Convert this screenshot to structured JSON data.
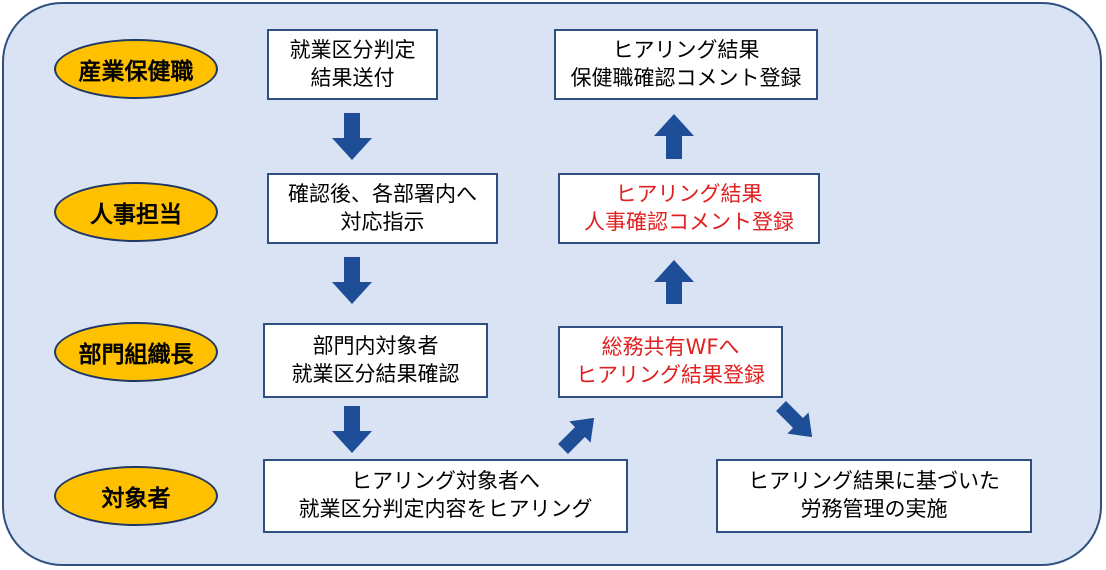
{
  "roles": {
    "occupational_health": "産業保健職",
    "hr": "人事担当",
    "dept_head": "部門組織長",
    "target": "対象者"
  },
  "boxes": {
    "send_result": [
      "就業区分判定",
      "結果送付"
    ],
    "instruct_depts": [
      "確認後、各部署内へ",
      "対応指示"
    ],
    "dept_confirm": [
      "部門内対象者",
      "就業区分結果確認"
    ],
    "hearing": [
      "ヒアリング対象者へ",
      "就業区分判定内容をヒアリング"
    ],
    "register_wf": [
      "総務共有WFへ",
      "ヒアリング結果登録"
    ],
    "hr_comment": [
      "ヒアリング結果",
      "人事確認コメント登録"
    ],
    "health_comment": [
      "ヒアリング結果",
      "保健職確認コメント登録"
    ],
    "labor_management": [
      "ヒアリング結果に基づいた",
      "労務管理の実施"
    ]
  },
  "colors": {
    "background": "#dae3f3",
    "role_fill": "#ffc000",
    "arrow": "#1f4e99",
    "highlight_text": "#e02020"
  }
}
